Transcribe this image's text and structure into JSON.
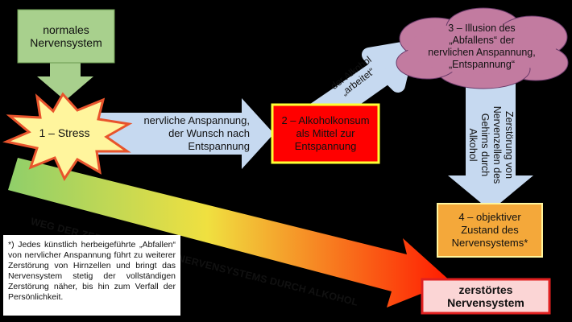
{
  "nodes": {
    "normal": "normales\nNervensystem",
    "stress": "1 – Stress",
    "tension_arrow": "nervliche Anspannung,\nder Wunsch nach\nEntspannung",
    "alcohol": "2 – Alkoholkonsum\nals Mittel zur\nEntspannung",
    "works_arrow": "der Alkohol\n„arbeitet“",
    "illusion": "3 – Illusion des\n„Abfallens“ der\nnervlichen Anspannung,\n„Entspannung“",
    "destruction_arrow": "Zerstörung von\nNervenzellen des\nGehirns durch\nAlkohol",
    "objective": "4 – objektiver\nZustand des\nNervensystems*",
    "destroyed": "zerstörtes\nNervensystem"
  },
  "big_arrow": "WEG DER ZERSTÖRUNG DES NERVENSYSTEMS DURCH ALKOHOL",
  "footnote": "*) Jedes künstlich herbeigeführte „Abfallen“ von nervlicher Anspannung führt zu weiterer Zerstörung von Hirnzellen und bringt das Nervensystem stetig der vollständigen Zerstörung näher, bis hin zum Verfall der Persönlichkeit.",
  "colors": {
    "background": "#000000",
    "normal_box": "#a8d08d",
    "stress_burst": "#fff59d",
    "light_blue_arrow": "#c6d9f0",
    "alcohol_box": "#ff0000",
    "illusion_cloud": "#c27ba0",
    "objective_box": "#f4a83a",
    "destroyed_box": "#fbd5d5",
    "gradient_start": "#8fcf6a",
    "gradient_mid": "#f0e040",
    "gradient_end": "#ff1a00"
  }
}
